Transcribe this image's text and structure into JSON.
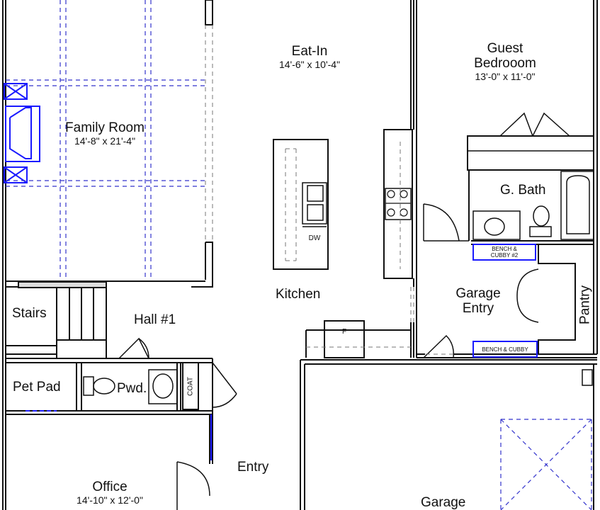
{
  "rooms": {
    "family_room": {
      "name": "Family Room",
      "dims": "14'-8\" x 21'-4\""
    },
    "eat_in": {
      "name": "Eat-In",
      "dims": "14'-6\" x 10'-4\""
    },
    "guest_bedroom": {
      "name": "Guest\nBedrooom",
      "dims": "13'-0\" x 11'-0\""
    },
    "guest_bedroom_line1": "Guest",
    "guest_bedroom_line2": "Bedrooom",
    "g_bath": "G. Bath",
    "kitchen": "Kitchen",
    "stairs": "Stairs",
    "hall": "Hall #1",
    "garage_entry_line1": "Garage",
    "garage_entry_line2": "Entry",
    "pantry": "Pantry",
    "pet_pad": "Pet Pad",
    "powder": "Pwd.",
    "entry": "Entry",
    "office": {
      "name": "Office",
      "dims": "14'-10\" x 12'-0\""
    },
    "garage": "Garage"
  },
  "fixtures": {
    "dishwasher": "DW",
    "fridge": "F",
    "coat": "COAT",
    "bench_cubby_2_line1": "BENCH &",
    "bench_cubby_2_line2": "CUBBY #2",
    "bench_cubby": "BENCH & CUBBY"
  },
  "colors": {
    "wall": "#111111",
    "accent": "#1a1aff",
    "dash": "#3333cc"
  }
}
